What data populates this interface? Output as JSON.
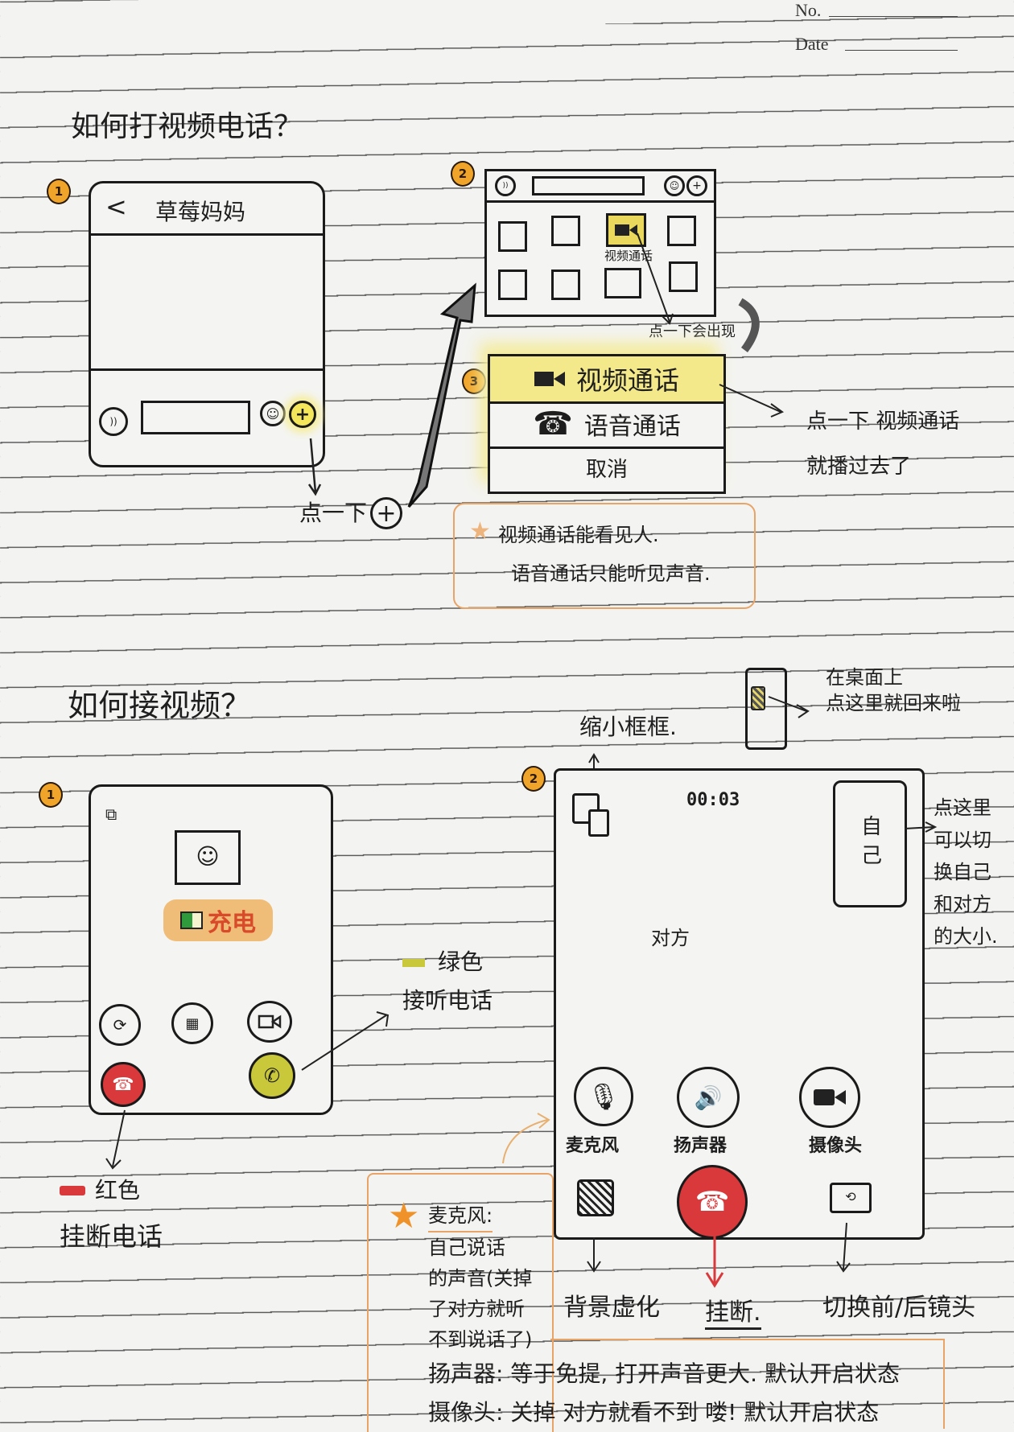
{
  "header": {
    "no_label": "No.",
    "date_label": "Date"
  },
  "section1": {
    "title": "如何打视频电话？",
    "steps": [
      "1",
      "2",
      "3"
    ],
    "chat_screen": {
      "back": "<",
      "contact_name": "草莓妈妈"
    },
    "tap_plus_label": "点一下",
    "panel": {
      "video_call_label": "视频通话",
      "tap_note": "点一下会出现"
    },
    "menu": {
      "video_call": "视频通话",
      "voice_call": "语音通话",
      "cancel": "取消"
    },
    "result_note": [
      "点一下 视频通话",
      "就播过去了"
    ],
    "star_note": [
      "视频通话能看见人.",
      "语音通话只能听见声音."
    ]
  },
  "section2": {
    "title": "如何接视频？",
    "steps": [
      "1",
      "2"
    ],
    "incoming": {
      "badge_text": "充电"
    },
    "green_note": {
      "color_label": "绿色",
      "action": "接听电话"
    },
    "red_note": {
      "color_label": "红色",
      "action": "挂断电话"
    },
    "minimize_label": "缩小框框.",
    "desktop_note": [
      "在桌面上",
      "点这里就回来啦"
    ],
    "call": {
      "timer": "00:03",
      "self_label": "自己",
      "other_label": "对方",
      "buttons": [
        "麦克风",
        "扬声器",
        "摄像头"
      ]
    },
    "switch_note": [
      "点这里",
      "可以切",
      "换自己",
      "和对方",
      "的大小."
    ],
    "bottom_labels": {
      "blur": "背景虚化",
      "hangup": "挂断.",
      "flip": "切换前/后镜头"
    },
    "tips": {
      "mic": [
        "麦克风:",
        "自己说话",
        "的声音(关掉",
        "了对方就听",
        "不到说话了)"
      ],
      "speaker": "扬声器: 等于免提, 打开声音更大. 默认开启状态",
      "camera": "摄像头: 关掉 对方就看不到 喽! 默认开启状态"
    }
  },
  "colors": {
    "accent_yellow": "#f5e36a",
    "badge_orange": "#f0a52a",
    "answer_green": "#c9c83a",
    "hangup_red": "#d9393b",
    "note_orange": "#e8a466"
  }
}
